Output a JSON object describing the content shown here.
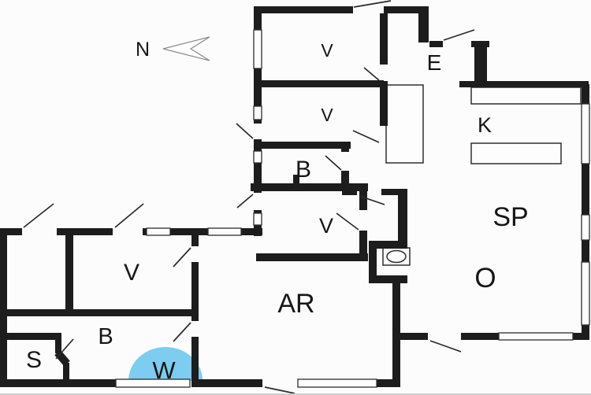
{
  "compass": {
    "label": "N"
  },
  "rooms": {
    "v1": "V",
    "v2": "V",
    "b1": "B",
    "e": "E",
    "k": "K",
    "v3": "V",
    "sp": "SP",
    "o": "O",
    "ar": "AR",
    "v4": "V",
    "b2": "B",
    "s": "S",
    "w": "W"
  },
  "colors": {
    "wall": "#1d1d1d",
    "floor": "#fdfdfd",
    "shower_area": "#7ccdef",
    "fixture_outline": "#2e2e2e",
    "door_swing": "#2a2a2a",
    "compass_outline": "#8c8c8c"
  }
}
